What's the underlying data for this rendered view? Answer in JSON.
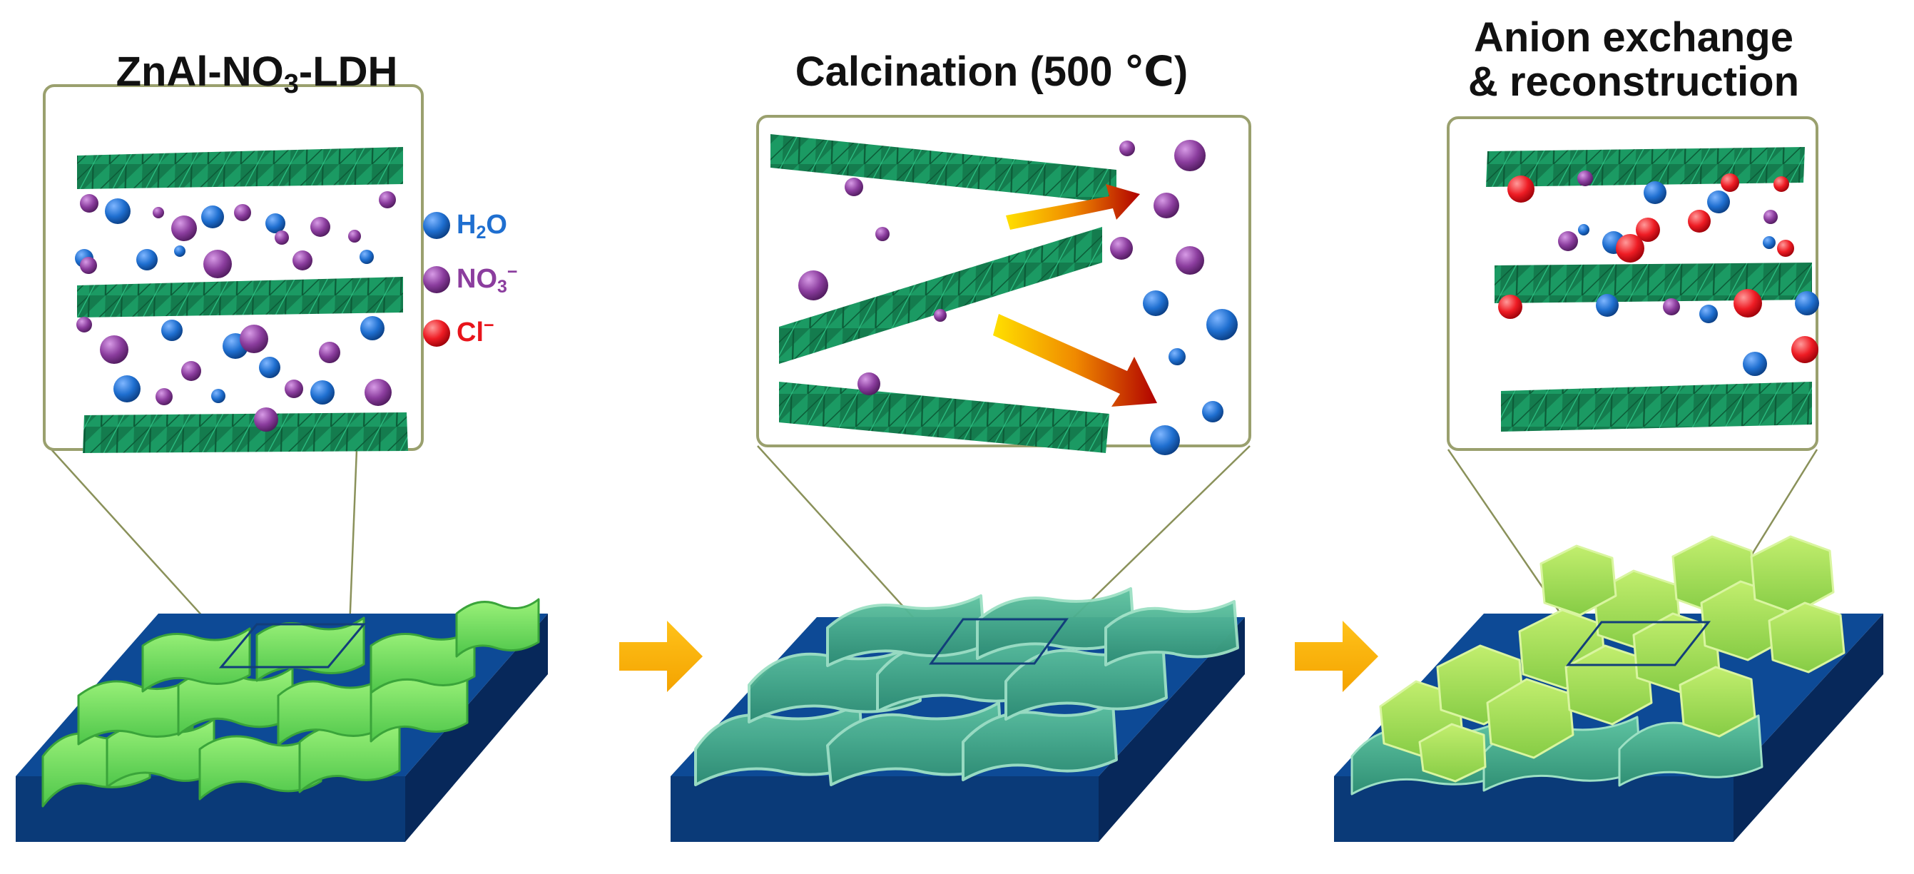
{
  "panels": [
    {
      "id": "ldh",
      "title_parts": [
        "ZnAl-NO",
        "3",
        "-LDH"
      ],
      "substrate_state": "layered double hydroxide nanosheets"
    },
    {
      "id": "calcination",
      "title": "Calcination (500 ℃)",
      "substrate_state": "calcined mixed oxide"
    },
    {
      "id": "reconstruction",
      "title_lines": [
        "Anion exchange",
        "& reconstruction"
      ],
      "substrate_state": "reconstructed LDH"
    }
  ],
  "legend": [
    {
      "key": "h2o",
      "label_parts": [
        "H",
        "2",
        "O"
      ],
      "color": "#1f6fd0"
    },
    {
      "key": "no3",
      "label_parts": [
        "NO",
        "3",
        "−"
      ],
      "color": "#8b3d9e"
    },
    {
      "key": "cl",
      "label_parts": [
        "Cl",
        "−"
      ],
      "color": "#e8141b"
    }
  ],
  "colors": {
    "sheet": "#1a9a62",
    "substrate": "#0b3d80",
    "panel_border": "#9aa06e",
    "process_arrow": "#f5b914",
    "heat_arrow_start": "#ffe000",
    "heat_arrow_end": "#b00000"
  },
  "process_arrows": 2
}
